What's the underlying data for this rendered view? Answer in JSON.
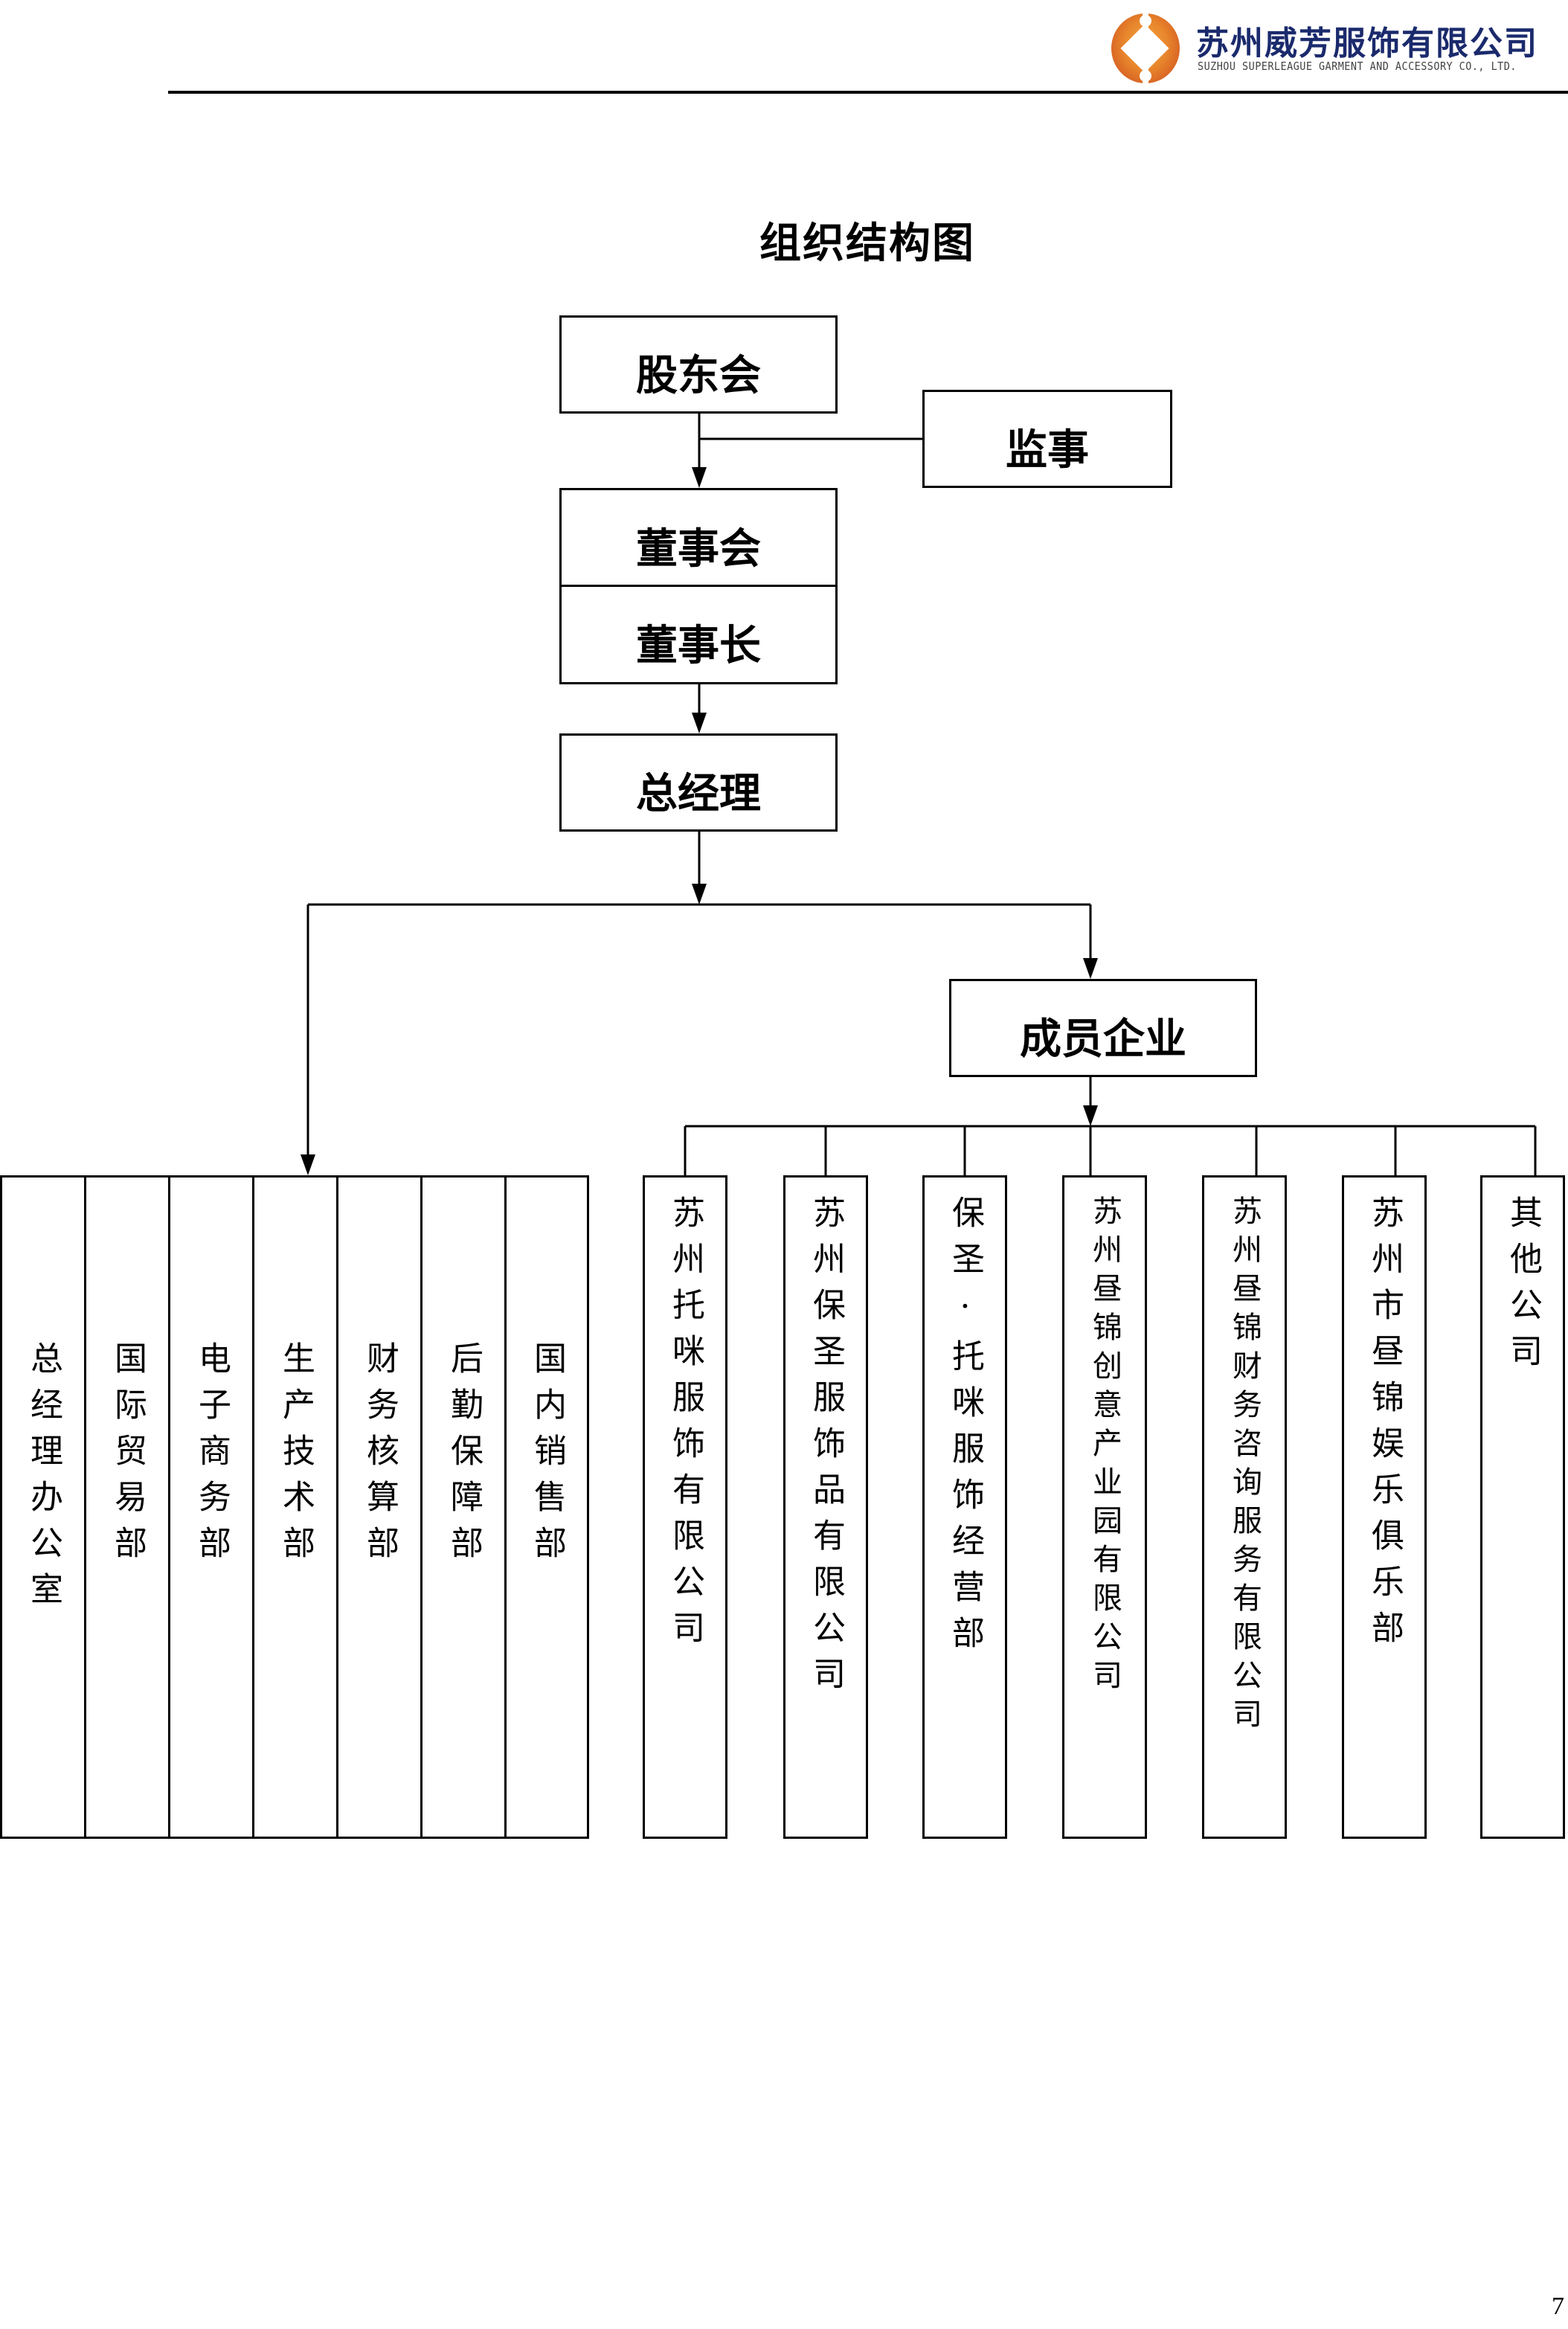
{
  "header": {
    "company_name_cn": "苏州威芳服饰有限公司",
    "company_name_en": "SUZHOU SUPERLEAGUE GARMENT AND ACCESSORY CO., LTD.",
    "logo_icon": "company-logo-icon",
    "brand_colors": {
      "text": "#1a2a6c",
      "logo_orange": "#e8862c",
      "logo_red": "#c9461c"
    }
  },
  "title": "组织结构图",
  "nodes": {
    "shareholders": "股东会",
    "supervisor": "监事",
    "board": "董事会",
    "chairman": "董事长",
    "general_manager": "总经理",
    "member_enterprises": "成员企业"
  },
  "departments": [
    "总经理办公室",
    "国际贸易部",
    "电子商务部",
    "生产技术部",
    "财务核算部",
    "后勤保障部",
    "国内销售部"
  ],
  "member_companies": [
    "苏州托咪服饰有限公司",
    "苏州保圣服饰品有限公司",
    "保圣·托咪服饰经营部",
    "苏州昼锦创意产业园有限公司",
    "苏州昼锦财务咨询服务有限公司",
    "苏州市昼锦娱乐俱乐部",
    "其他公司"
  ],
  "page_number": "7"
}
